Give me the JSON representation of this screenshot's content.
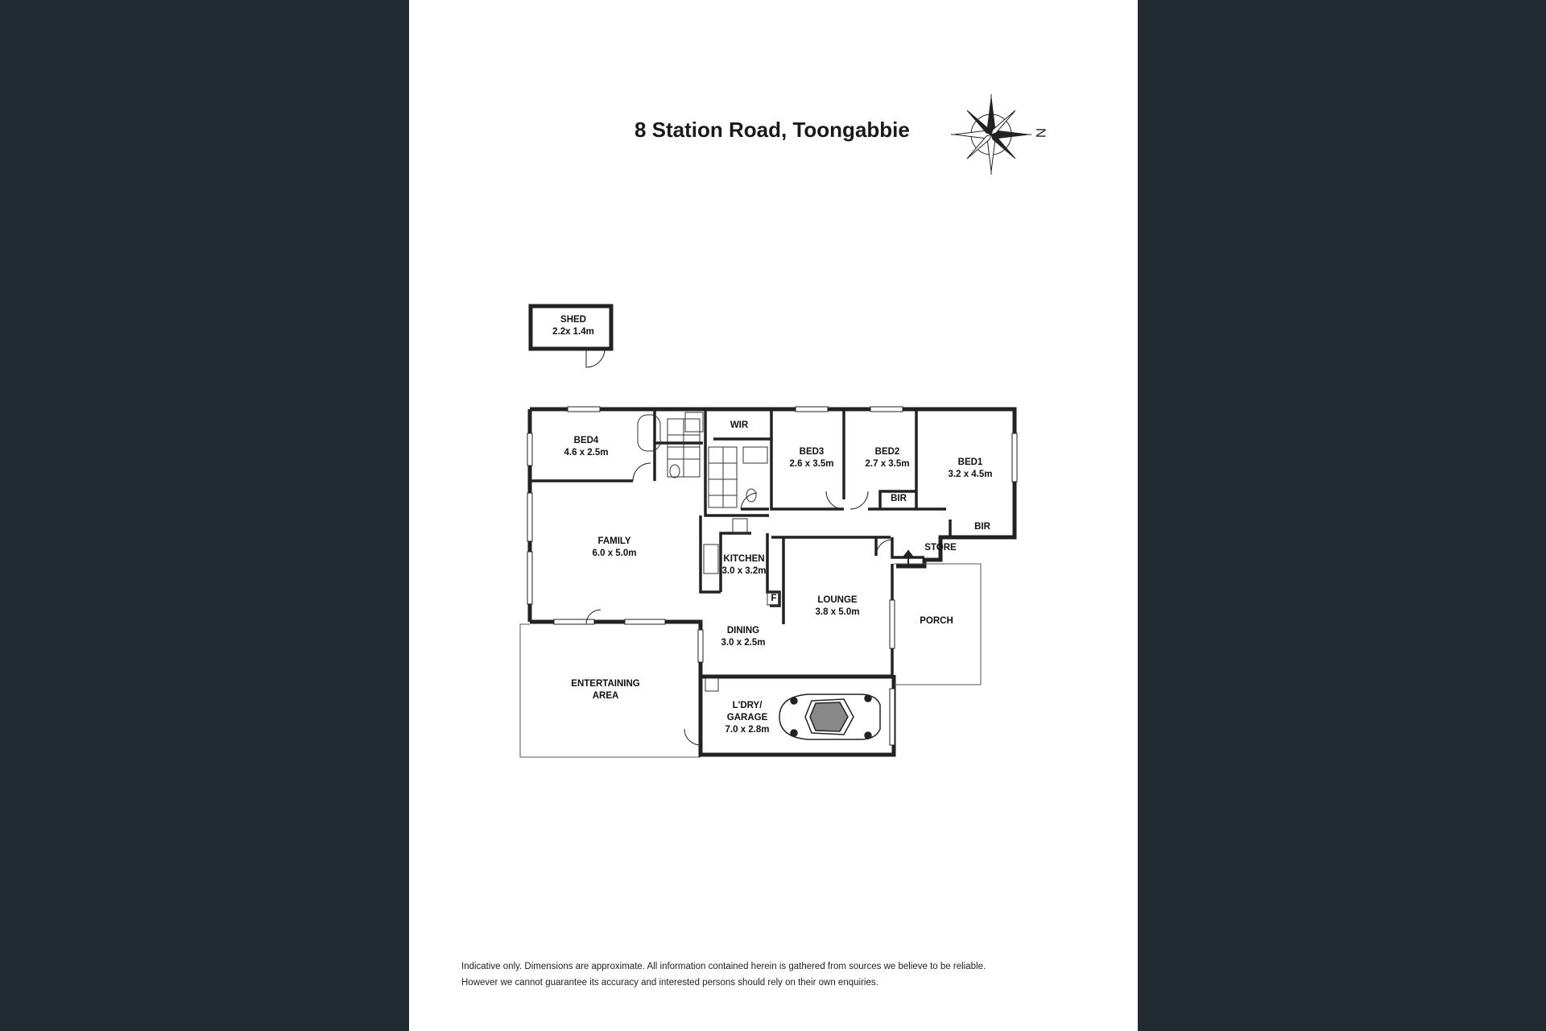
{
  "header": {
    "title": "8 Station Road, Toongabbie",
    "north_label": "N"
  },
  "rooms": {
    "shed": {
      "name": "SHED",
      "dim": "2.2x 1.4m"
    },
    "bed4": {
      "name": "BED4",
      "dim": "4.6 x 2.5m"
    },
    "wir": {
      "name": "WIR"
    },
    "bed3": {
      "name": "BED3",
      "dim": "2.6 x 3.5m"
    },
    "bed2": {
      "name": "BED2",
      "dim": "2.7 x 3.5m"
    },
    "bed1": {
      "name": "BED1",
      "dim": "3.2 x 4.5m"
    },
    "bir2": {
      "name": "BIR"
    },
    "bir1": {
      "name": "BIR"
    },
    "store": {
      "name": "STORE"
    },
    "family": {
      "name": "FAMILY",
      "dim": "6.0 x 5.0m"
    },
    "kitchen": {
      "name": "KITCHEN",
      "dim": "3.0 x 3.2m"
    },
    "fridge": {
      "name": "F"
    },
    "lounge": {
      "name": "LOUNGE",
      "dim": "3.8 x 5.0m"
    },
    "porch": {
      "name": "PORCH"
    },
    "dining": {
      "name": "DINING",
      "dim": "3.0 x 2.5m"
    },
    "entertaining": {
      "name": "ENTERTAINING",
      "name2": "AREA"
    },
    "garage": {
      "name": "L'DRY/",
      "name2": "GARAGE",
      "dim": "7.0 x 2.8m"
    }
  },
  "footer": {
    "line1": "Indicative only. Dimensions are approximate. All information contained herein is gathered from sources we believe to be reliable.",
    "line2": "However we cannot guarantee its accuracy and interested persons should rely on their own enquiries."
  }
}
